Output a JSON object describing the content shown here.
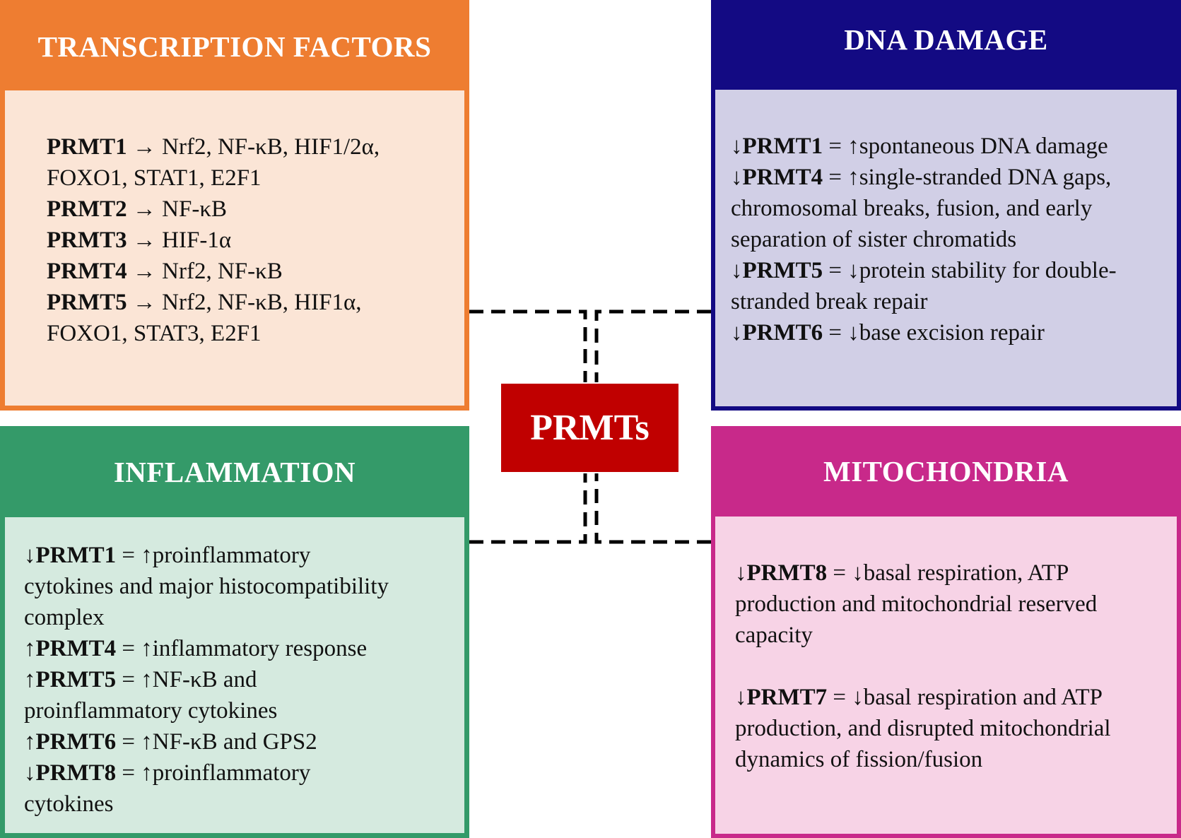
{
  "center": {
    "label": "PRMTs"
  },
  "panels": {
    "transcription_factors": {
      "title": "TRANSCRIPTION FACTORS",
      "lines": [
        {
          "bold": "PRMT1",
          "text": " → Nrf2, NF-κB, HIF1/2α,"
        },
        {
          "bold": "",
          "text": "FOXO1, STAT1, E2F1"
        },
        {
          "bold": "PRMT2",
          "text": " → NF-κB"
        },
        {
          "bold": "PRMT3",
          "text": " → HIF-1α"
        },
        {
          "bold": "PRMT4",
          "text": " → Nrf2, NF-κB"
        },
        {
          "bold": "PRMT5",
          "text": " → Nrf2, NF-κB, HIF1α,"
        },
        {
          "bold": "",
          "text": "FOXO1, STAT3, E2F1"
        }
      ]
    },
    "dna_damage": {
      "title": "DNA DAMAGE",
      "lines": [
        {
          "pre": "↓",
          "bold": "PRMT1",
          "text": " = ↑spontaneous  DNA damage"
        },
        {
          "pre": "↓",
          "bold": "PRMT4",
          "text": " = ↑single-stranded  DNA gaps,"
        },
        {
          "pre": "",
          "bold": "",
          "text": "chromosomal  breaks,  fusion,  and  early"
        },
        {
          "pre": "",
          "bold": "",
          "text": "separation  of  sister  chromatids"
        },
        {
          "pre": "↓",
          "bold": "PRMT5",
          "text": " = ↓protein  stability  for  double-"
        },
        {
          "pre": "",
          "bold": "",
          "text": "stranded  break   repair"
        },
        {
          "pre": "↓",
          "bold": "PRMT6",
          "text": " = ↓base  excision  repair"
        }
      ]
    },
    "inflammation": {
      "title": "INFLAMMATION",
      "lines": [
        {
          "pre": "↓",
          "bold": "PRMT1",
          "text": " = ↑proinflammatory"
        },
        {
          "pre": "",
          "bold": "",
          "text": "cytokines  and  major  histocompatibility"
        },
        {
          "pre": "",
          "bold": "",
          "text": "complex"
        },
        {
          "pre": "↑",
          "bold": "PRMT4",
          "text": " = ↑inflammatory  response"
        },
        {
          "pre": "↑",
          "bold": "PRMT5",
          "text": " = ↑NF-κB  and"
        },
        {
          "pre": "",
          "bold": "",
          "text": "proinflammatory  cytokines"
        },
        {
          "pre": "↑",
          "bold": "PRMT6",
          "text": " = ↑NF-κB  and  GPS2"
        },
        {
          "pre": "↓",
          "bold": "PRMT8",
          "text": " = ↑proinflammatory"
        },
        {
          "pre": "",
          "bold": "",
          "text": "cytokines"
        }
      ]
    },
    "mitochondria": {
      "title": "MITOCHONDRIA",
      "paragraphs": [
        [
          {
            "pre": "↓",
            "bold": "PRMT8",
            "text": " = ↓basal  respiration,  ATP"
          },
          {
            "pre": "",
            "bold": "",
            "text": "production  and  mitochondrial  reserved"
          },
          {
            "pre": "",
            "bold": "",
            "text": "capacity"
          }
        ],
        [
          {
            "pre": "↓",
            "bold": "PRMT7",
            "text": " = ↓basal  respiration  and  ATP"
          },
          {
            "pre": "",
            "bold": "",
            "text": "production,  and  disrupted  mitochondrial"
          },
          {
            "pre": "",
            "bold": "",
            "text": "dynamics  of  fission/fusion"
          }
        ]
      ]
    }
  }
}
